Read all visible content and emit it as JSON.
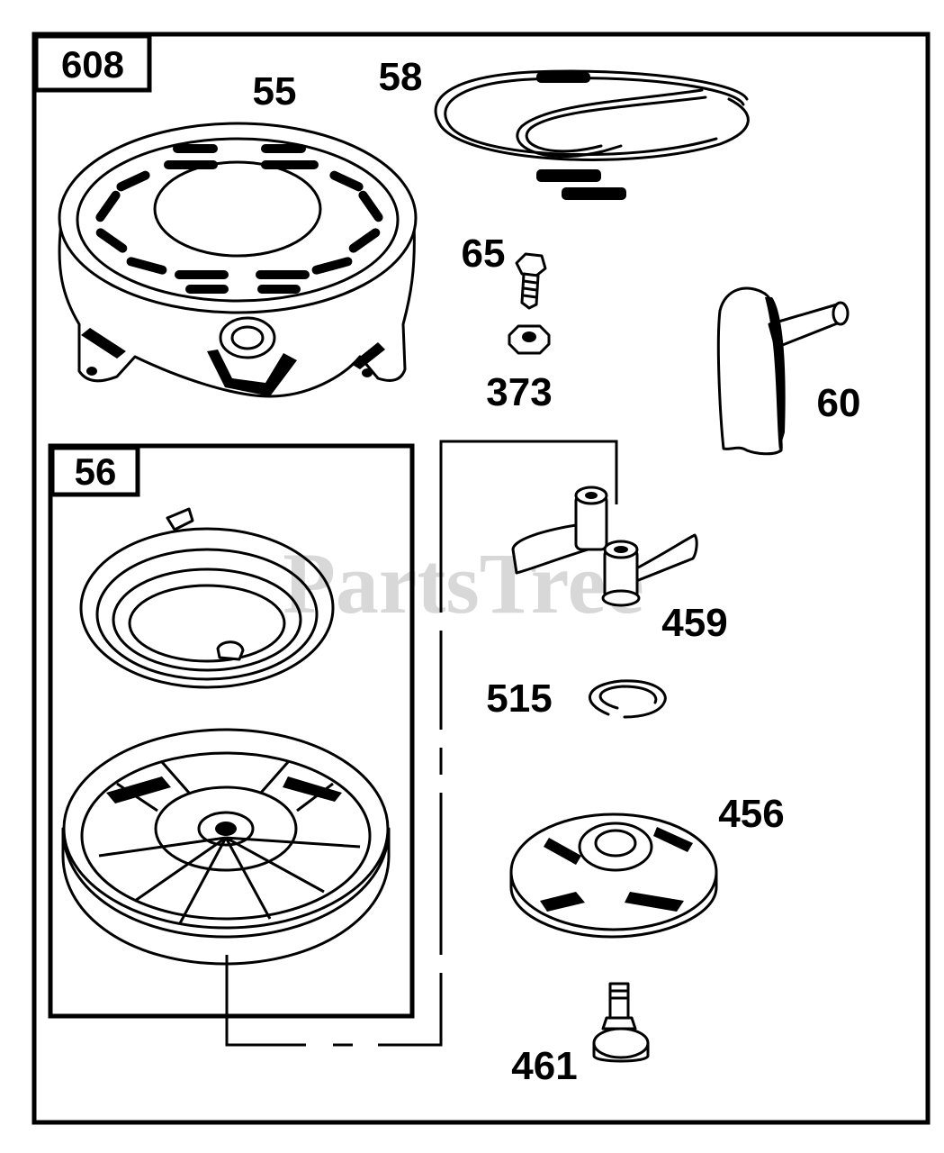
{
  "watermark": "PartsTree",
  "boxes": {
    "outer_label": "608",
    "inner_label": "56"
  },
  "callouts": {
    "p55": "55",
    "p58": "58",
    "p65": "65",
    "p373": "373",
    "p60": "60",
    "p459": "459",
    "p515": "515",
    "p456": "456",
    "p461": "461"
  }
}
